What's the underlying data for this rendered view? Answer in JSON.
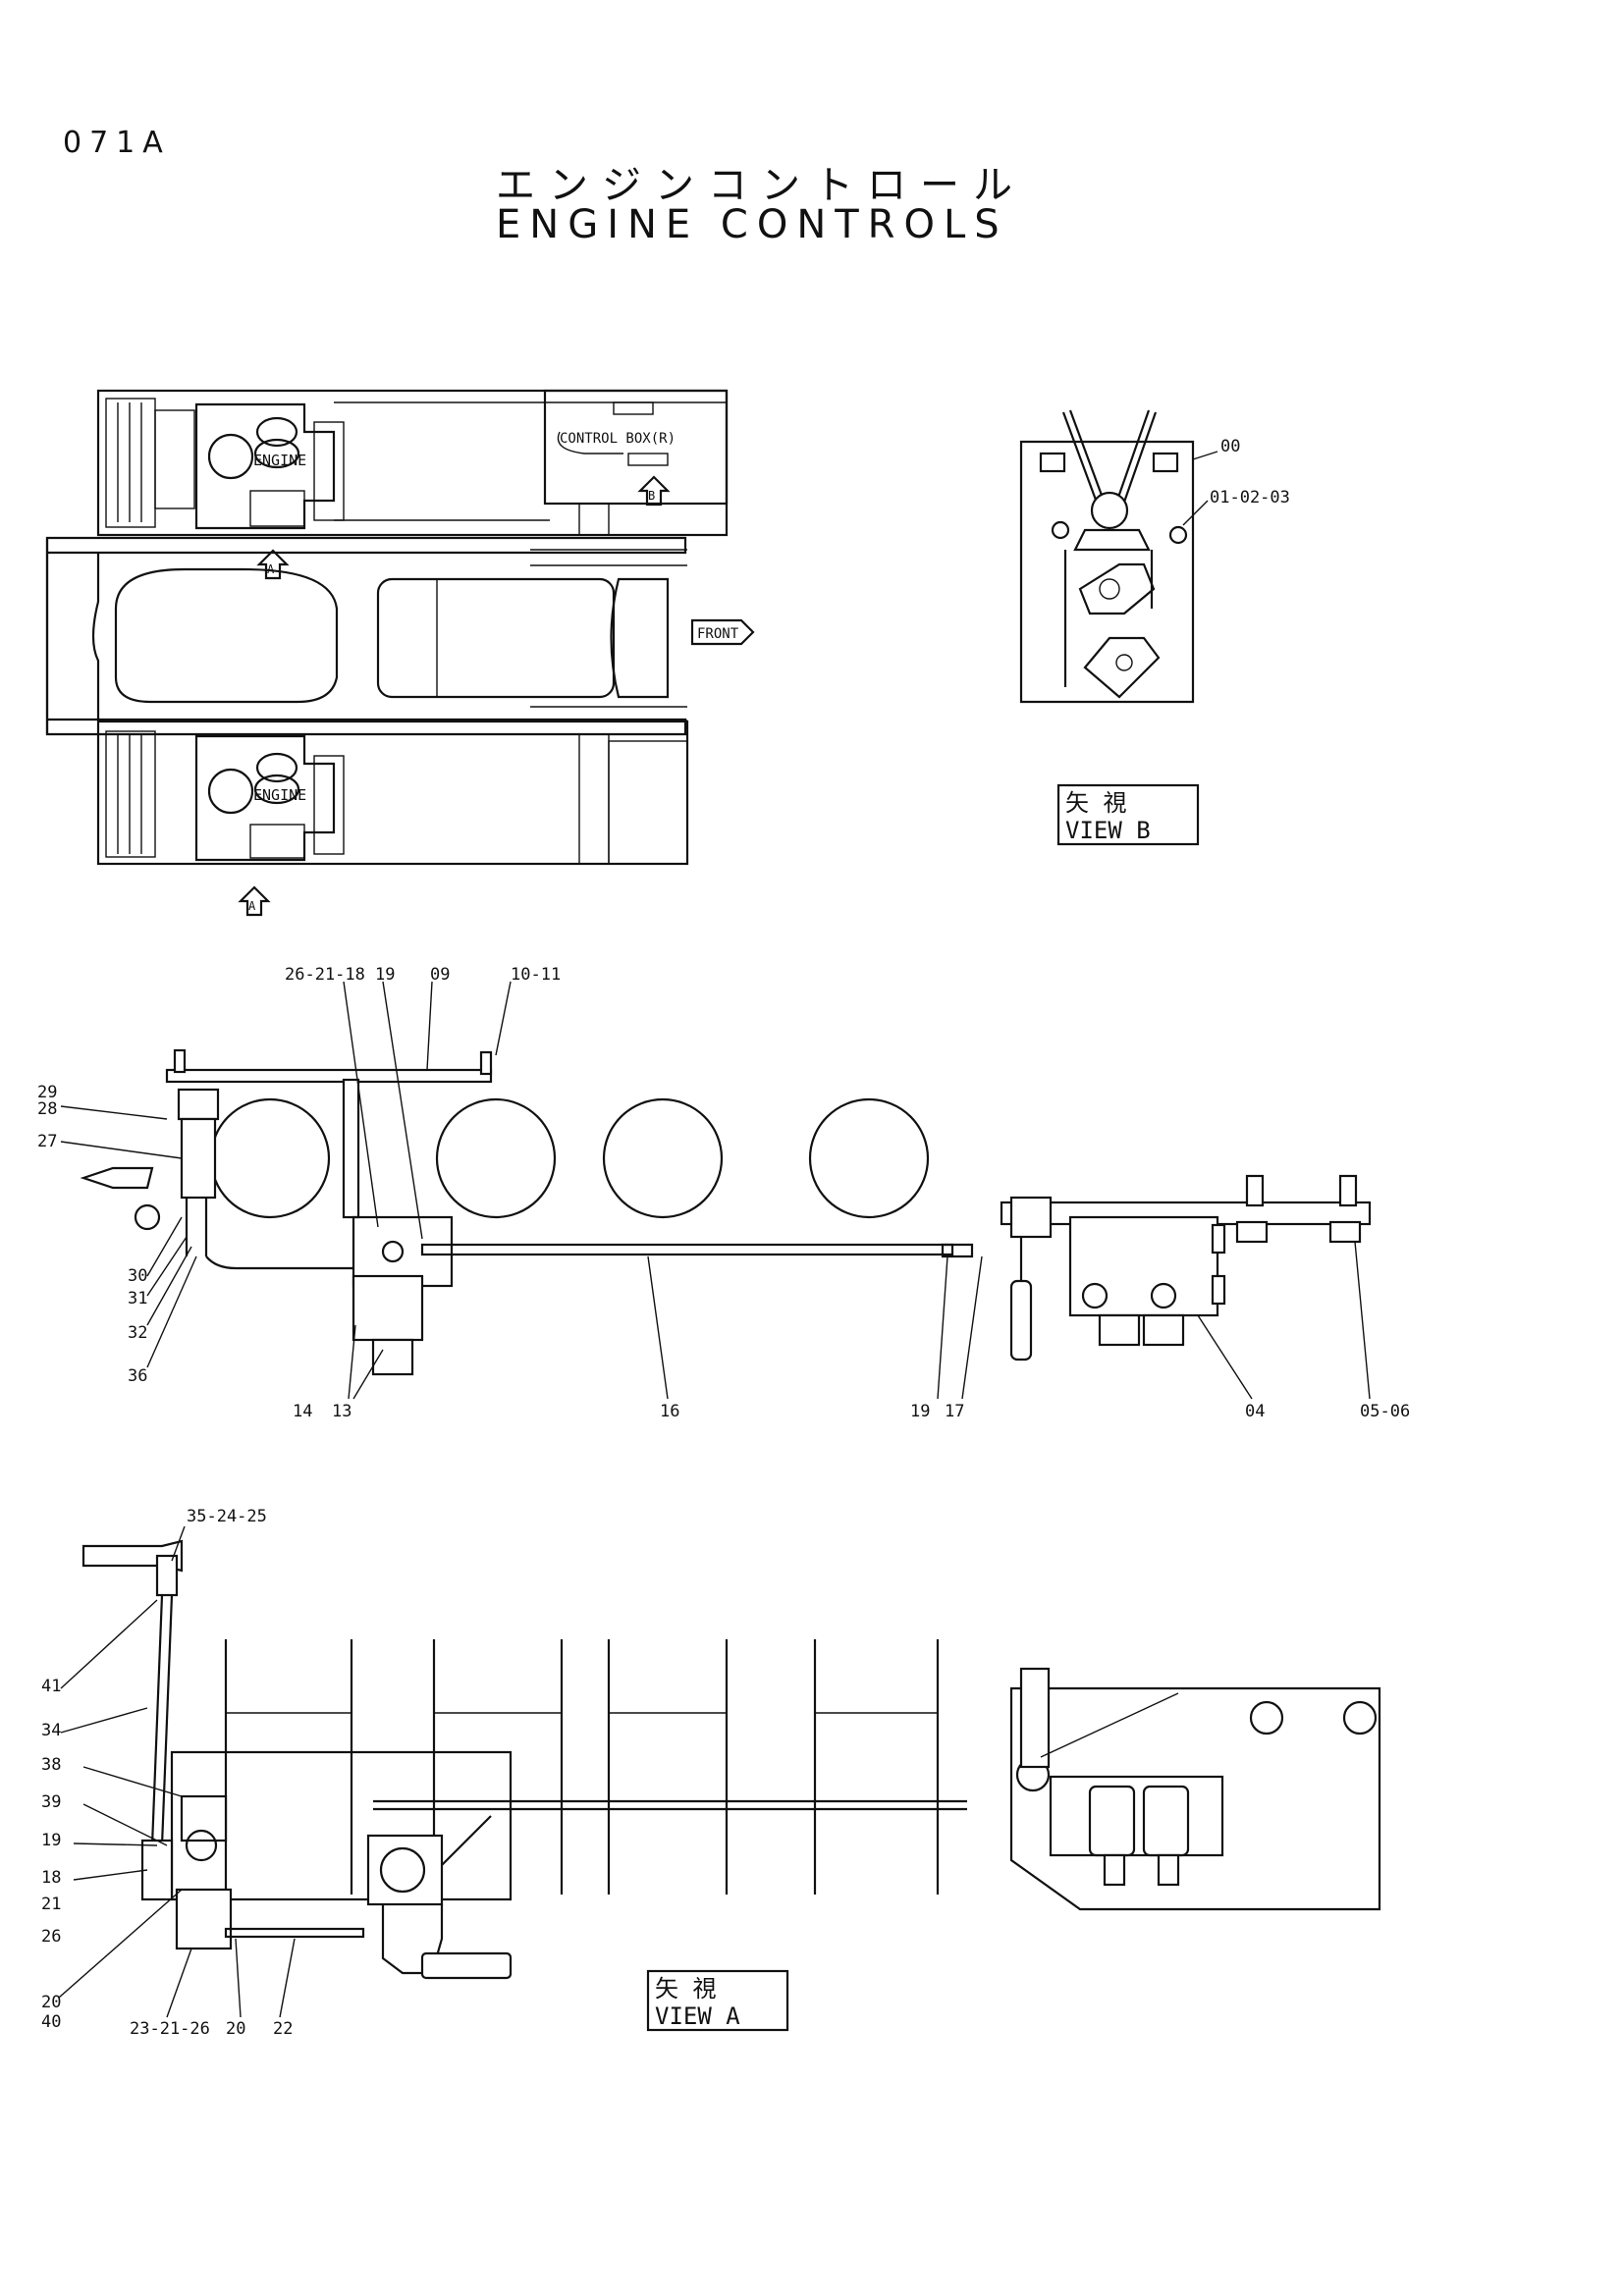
{
  "page": {
    "code": "071A",
    "title_jp": "エンジンコントロール",
    "title_en": "ENGINE CONTROLS"
  },
  "top_view": {
    "engine_upper": "ENGINE",
    "engine_lower": "ENGINE",
    "control_box": "CONTROL BOX(R)",
    "marker_b": "B",
    "marker_a_upper": "A",
    "marker_a_lower": "A",
    "front": "FRONT"
  },
  "view_b": {
    "caption_jp": "矢 視",
    "caption_en": "VIEW  B",
    "callouts": [
      "00",
      "01-02-03"
    ]
  },
  "side_view": {
    "callouts": {
      "c26_21_18": "26-21-18",
      "c19_top": "19",
      "c09": "09",
      "c10_11": "10-11",
      "c29": "29",
      "c28": "28",
      "c27": "27",
      "c30": "30",
      "c31": "31",
      "c32": "32",
      "c36": "36",
      "c14": "14",
      "c13": "13",
      "c16": "16",
      "c19_bot": "19",
      "c17": "17",
      "c04": "04",
      "c05_06": "05-06"
    }
  },
  "view_a": {
    "caption_jp": "矢 視",
    "caption_en": "VIEW  A",
    "callouts": {
      "c35_24_25": "35-24-25",
      "c41": "41",
      "c34": "34",
      "c38": "38",
      "c39": "39",
      "c19": "19",
      "c18": "18",
      "c21": "21",
      "c26": "26",
      "c20a": "20",
      "c40": "40",
      "c23_21_26": "23-21-26",
      "c20b": "20",
      "c22": "22"
    }
  }
}
